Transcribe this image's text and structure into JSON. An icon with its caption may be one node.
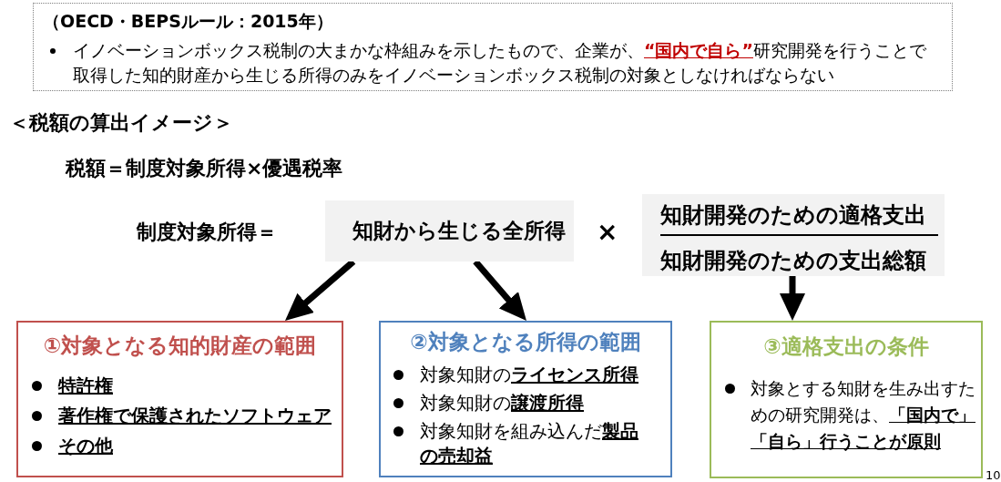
{
  "diagram": {
    "nodes": [
      {
        "text": [
          "（OECD・BEPSルール：2015年）",
          "イノベーションボックス税制の大まかな枠組みを示したもので、企業が、**“国内で自ら”**研究開発を行うことで取得した知的財産から生じる所得のみをイノベーションボックス税制の対象としなければならない"
        ]
      },
      {
        "text": [
          "知財から生じる全所得"
        ]
      },
      {
        "text": [
          "知財開発のための適格支出",
          "知財開発のための支出総額"
        ]
      },
      {
        "text": [
          "①対象となる知的財産の範囲",
          "特許権",
          "著作権で保護されたソフトウェア",
          "その他"
        ]
      },
      {
        "text": [
          "②対象となる所得の範囲",
          "対象知財の**ライセンス所得**",
          "対象知財の**譲渡所得**",
          "対象知財を組み込んだ**製品の売却益**"
        ]
      },
      {
        "text": [
          "③適格支出の条件",
          "対象とする知財を生み出すための研究開発は、**「国内で」「自ら」行うことが原則**"
        ]
      }
    ],
    "edges": [
      {
        "from": 1,
        "to": 3,
        "arrow": "to"
      },
      {
        "from": 1,
        "to": 4,
        "arrow": "to"
      },
      {
        "from": 2,
        "to": 5,
        "arrow": "to"
      }
    ],
    "labels": [
      "＜税額の算出イメージ＞",
      "税額＝制度対象所得×優遇税率",
      "制度対象所得＝",
      "×",
      "10"
    ]
  }
}
